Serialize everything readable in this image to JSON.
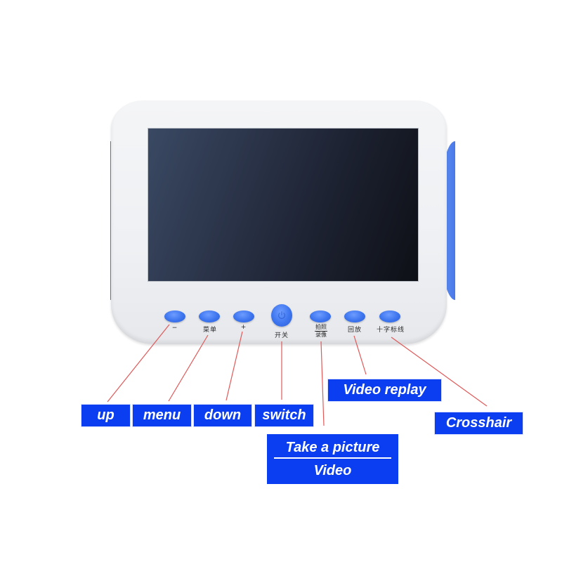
{
  "device": {
    "name": "monitor-device",
    "colors": {
      "body": "#f0f1f4",
      "accent_blue": "#3d75ef",
      "screen_dark": "#1c2130",
      "label_blue": "#0a3ef0",
      "callout_line": "#e05050"
    },
    "buttons": [
      {
        "id": "minus",
        "glyph": "–",
        "cn_label": "−"
      },
      {
        "id": "menu",
        "cn_label": "菜单"
      },
      {
        "id": "plus",
        "cn_label": "+"
      },
      {
        "id": "power",
        "icon": "power-icon",
        "cn_label": "开关"
      },
      {
        "id": "photo",
        "cn_label_top": "拍照",
        "cn_label_bottom": "录像"
      },
      {
        "id": "replay",
        "cn_label": "回放"
      },
      {
        "id": "crosshair",
        "cn_label": "十字标线"
      }
    ]
  },
  "callouts": {
    "up": "up",
    "menu": "menu",
    "down": "down",
    "switch": "switch",
    "take_picture": "Take a picture",
    "video": "Video",
    "video_replay": "Video replay",
    "crosshair": "Crosshair"
  }
}
